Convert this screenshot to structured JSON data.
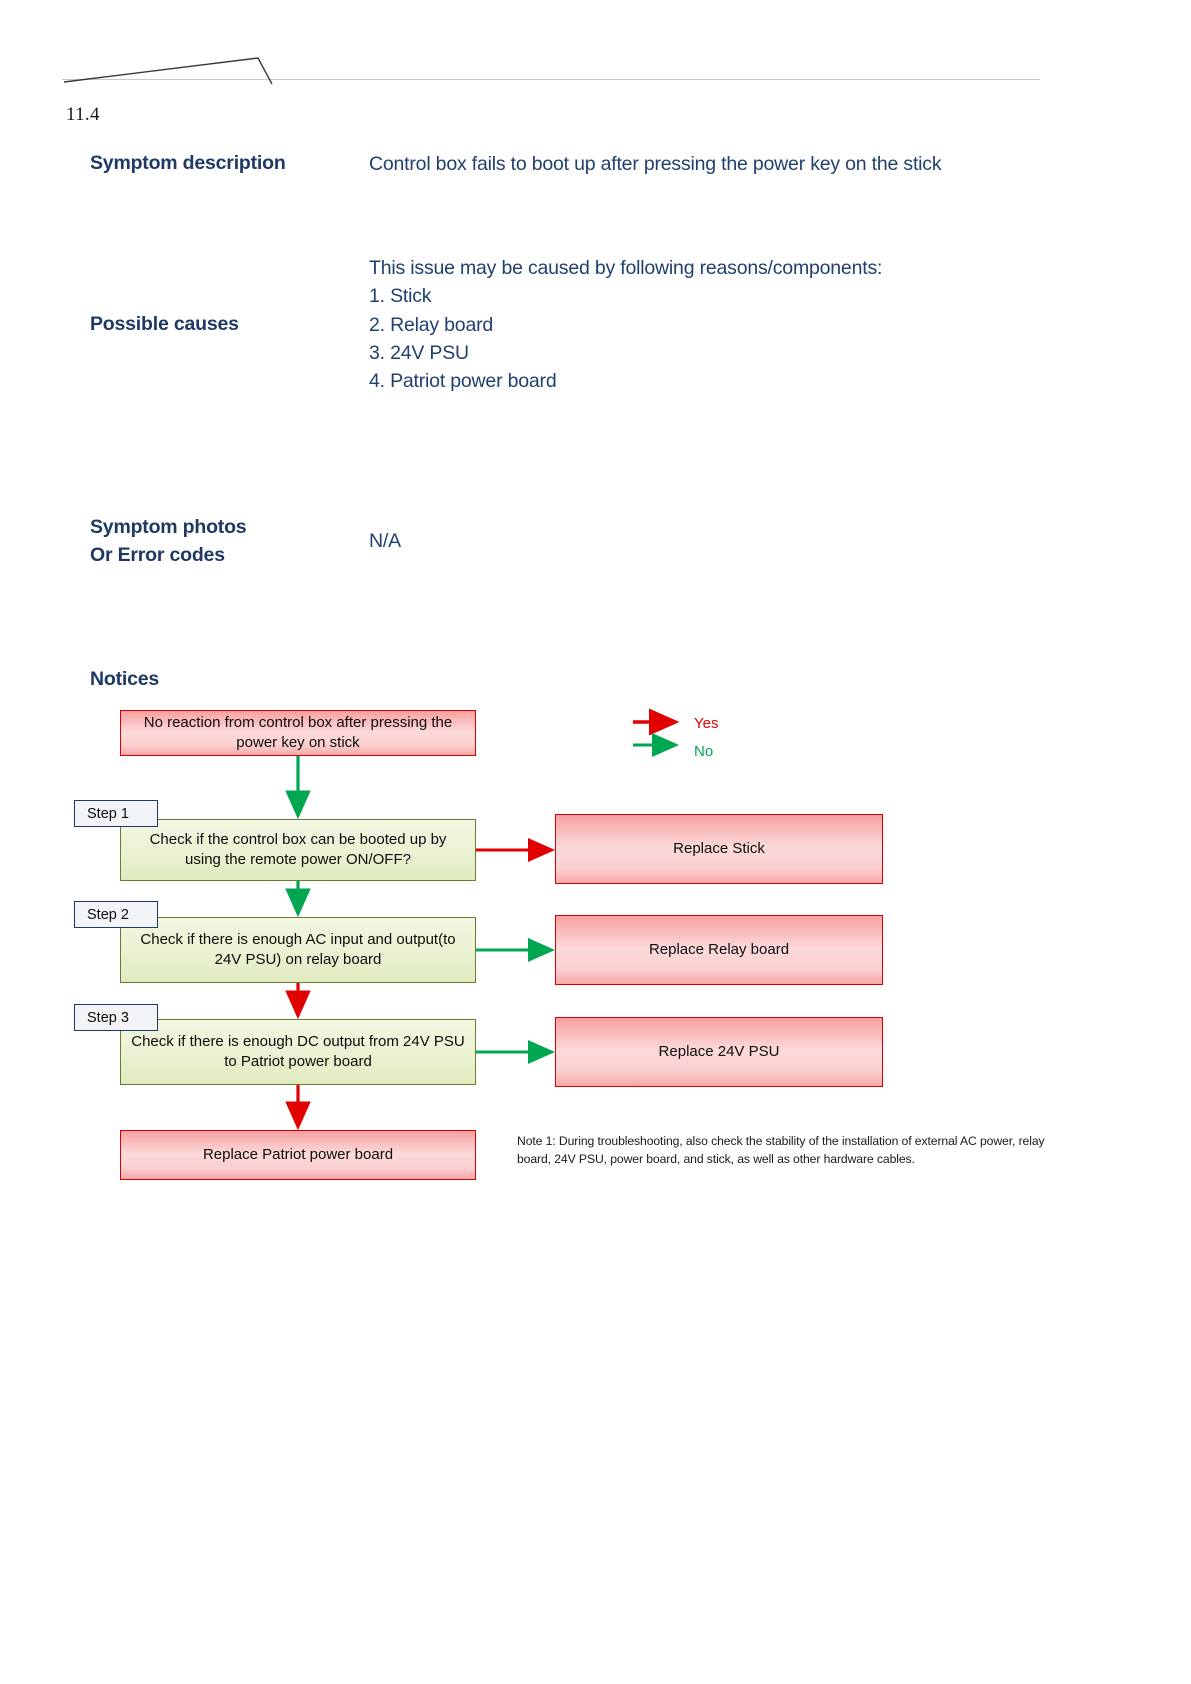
{
  "document": {
    "section_number": "11.4"
  },
  "fields": {
    "symptom_label": "Symptom description",
    "symptom_value": "Control box fails to boot up after pressing the power key on the stick",
    "causes_label": "Possible causes",
    "causes_intro": "This issue may be caused by following reasons/components:",
    "causes_items": [
      "1. Stick",
      "2. Relay board",
      "3. 24V PSU",
      "4. Patriot power board"
    ],
    "photos_label_line1": "Symptom photos",
    "photos_label_line2": "Or Error codes",
    "photos_value": "N/A",
    "notices_label": "Notices"
  },
  "legend": {
    "yes": "Yes",
    "no": "No",
    "yes_color": "#e00000",
    "no_color": "#00a650"
  },
  "flowchart": {
    "start": "No reaction from control box after pressing the power key on stick",
    "steps": [
      {
        "badge": "Step 1",
        "question": "Check if the control box can be booted up by using the remote power ON/OFF?",
        "action": "Replace Stick",
        "branch_to_action": "Yes"
      },
      {
        "badge": "Step 2",
        "question": "Check if there is enough AC input and output(to 24V PSU) on relay board",
        "action": "Replace Relay board",
        "branch_to_action": "No"
      },
      {
        "badge": "Step 3",
        "question": "Check if there is enough DC output from 24V PSU to Patriot power board",
        "action": "Replace 24V PSU",
        "branch_to_action": "No"
      }
    ],
    "final": "Replace Patriot power board"
  },
  "note": {
    "text": "Note 1: During troubleshooting, also check the stability of the installation of external AC power, relay board, 24V PSU, power board, and stick, as well as other hardware cables."
  },
  "colors": {
    "heading_blue": "#1F3864",
    "red_border": "#d70000",
    "green_border": "#6b7a2e"
  }
}
